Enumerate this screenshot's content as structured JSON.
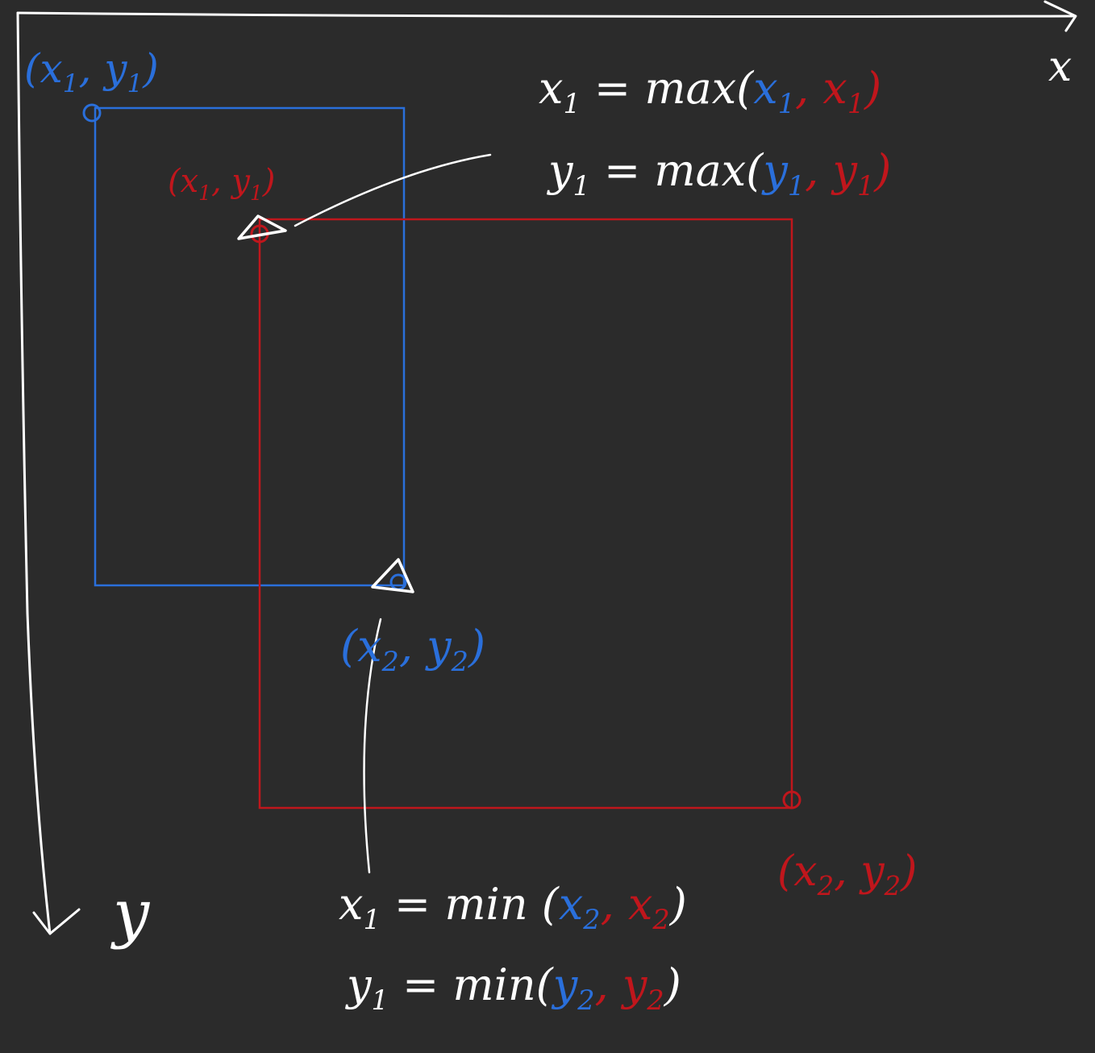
{
  "colors": {
    "background": "#2b2b2b",
    "ink": "#ffffff",
    "box_a": "#2a6fdb",
    "box_b": "#c0161c"
  },
  "axes": {
    "x_label": "x",
    "y_label": "y"
  },
  "box_a": {
    "top_left_label": [
      "(x",
      "1",
      ", y",
      "1",
      ")"
    ],
    "bottom_right_label": [
      "(x",
      "2",
      ", y",
      "2",
      ")"
    ]
  },
  "box_b": {
    "top_left_label": [
      "(x",
      "1",
      ", y",
      "1",
      ")"
    ],
    "bottom_right_label": [
      "(x",
      "2",
      ", y",
      "2",
      ")"
    ]
  },
  "formula_max": {
    "line1": {
      "lhs": "x",
      "lhs_sub": "1",
      "eq": " = max(",
      "a": "x",
      "a_sub": "1",
      "sep": ", ",
      "b": "x",
      "b_sub": "1",
      "close": ")"
    },
    "line2": {
      "lhs": "y",
      "lhs_sub": "1",
      "eq": " = max(",
      "a": "y",
      "a_sub": "1",
      "sep": ", ",
      "b": "y",
      "b_sub": "1",
      "close": ")"
    }
  },
  "formula_min": {
    "line1": {
      "lhs": "x",
      "lhs_sub": "1",
      "eq": " = min (",
      "a": "x",
      "a_sub": "2",
      "sep": ", ",
      "b": "x",
      "b_sub": "2",
      "close": ")"
    },
    "line2": {
      "lhs": "y",
      "lhs_sub": "1",
      "eq": " = min(",
      "a": "y",
      "a_sub": "2",
      "sep": ", ",
      "b": "y",
      "b_sub": "2",
      "close": ")"
    }
  }
}
